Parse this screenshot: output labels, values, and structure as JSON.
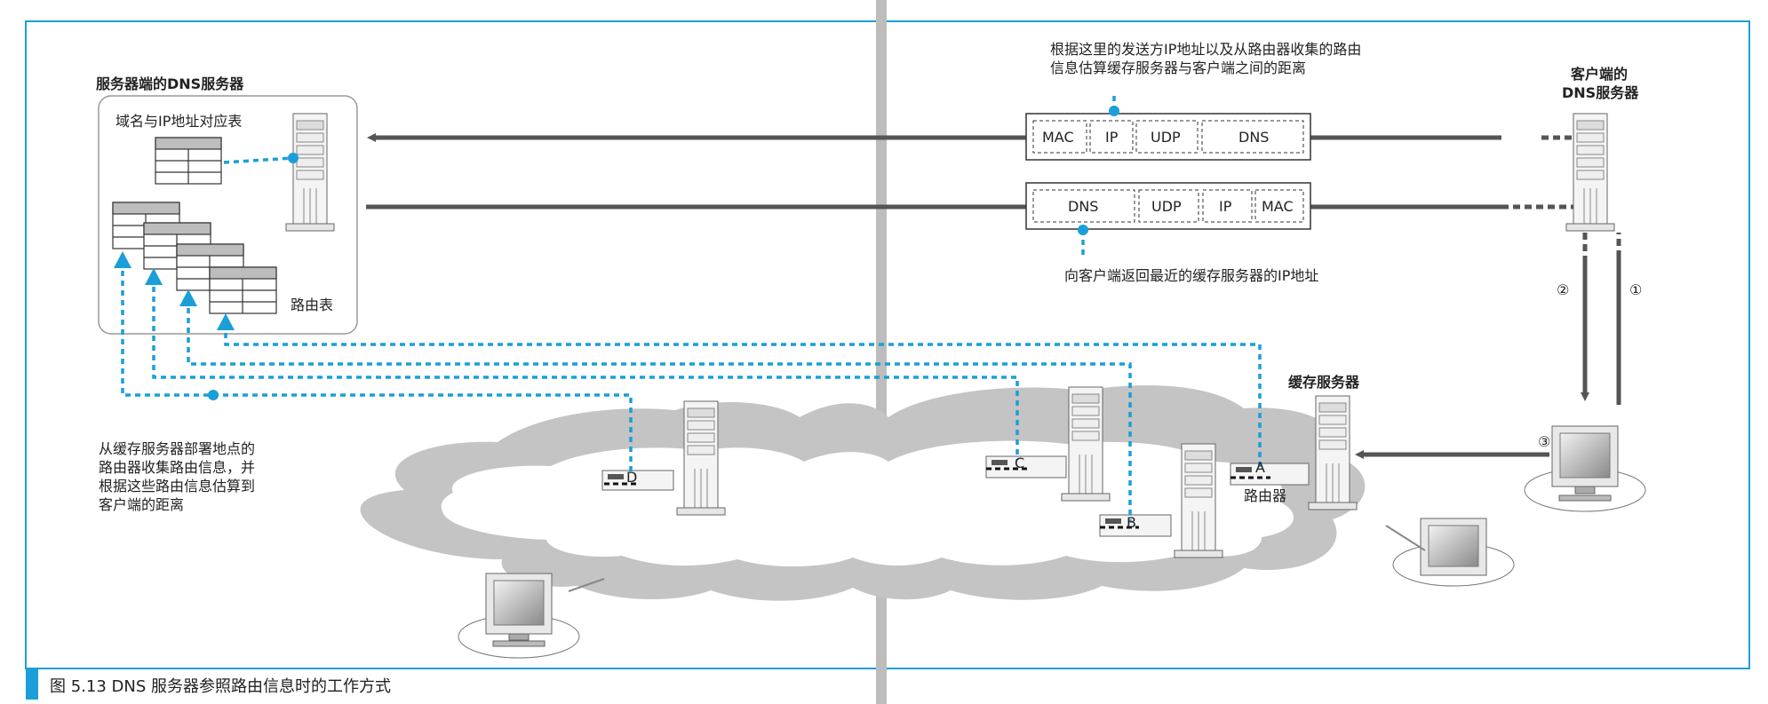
{
  "figure": {
    "caption": "图 5.13   DNS 服务器参照路由信息时的工作方式"
  },
  "server_dns": {
    "title": "服务器端的DNS服务器",
    "name_table_label": "域名与IP地址对应表",
    "routing_table_label": "路由表"
  },
  "client_dns": {
    "title_line1": "客户端的",
    "title_line2": "DNS服务器"
  },
  "cache_server_label": "缓存服务器",
  "router_label": "路由器",
  "packets": {
    "request": [
      "MAC",
      "IP",
      "UDP",
      "DNS"
    ],
    "response": [
      "DNS",
      "UDP",
      "IP",
      "MAC"
    ]
  },
  "notes": {
    "top_line1": "根据这里的发送方IP地址以及从路由器收集的路由",
    "top_line2": "信息估算缓存服务器与客户端之间的距离",
    "reply": "向客户端返回最近的缓存服务器的IP地址",
    "left_line1": "从缓存服务器部署地点的",
    "left_line2": "路由器收集路由信息，并",
    "left_line3": "根据这些路由信息估算到",
    "left_line4": "客户端的距离"
  },
  "routers": [
    "A",
    "B",
    "C",
    "D"
  ],
  "steps": [
    "①",
    "②",
    "③"
  ],
  "colors": {
    "accent": "#1a9fd8",
    "arrow": "#555555",
    "cloud": "#c8c8c8"
  }
}
